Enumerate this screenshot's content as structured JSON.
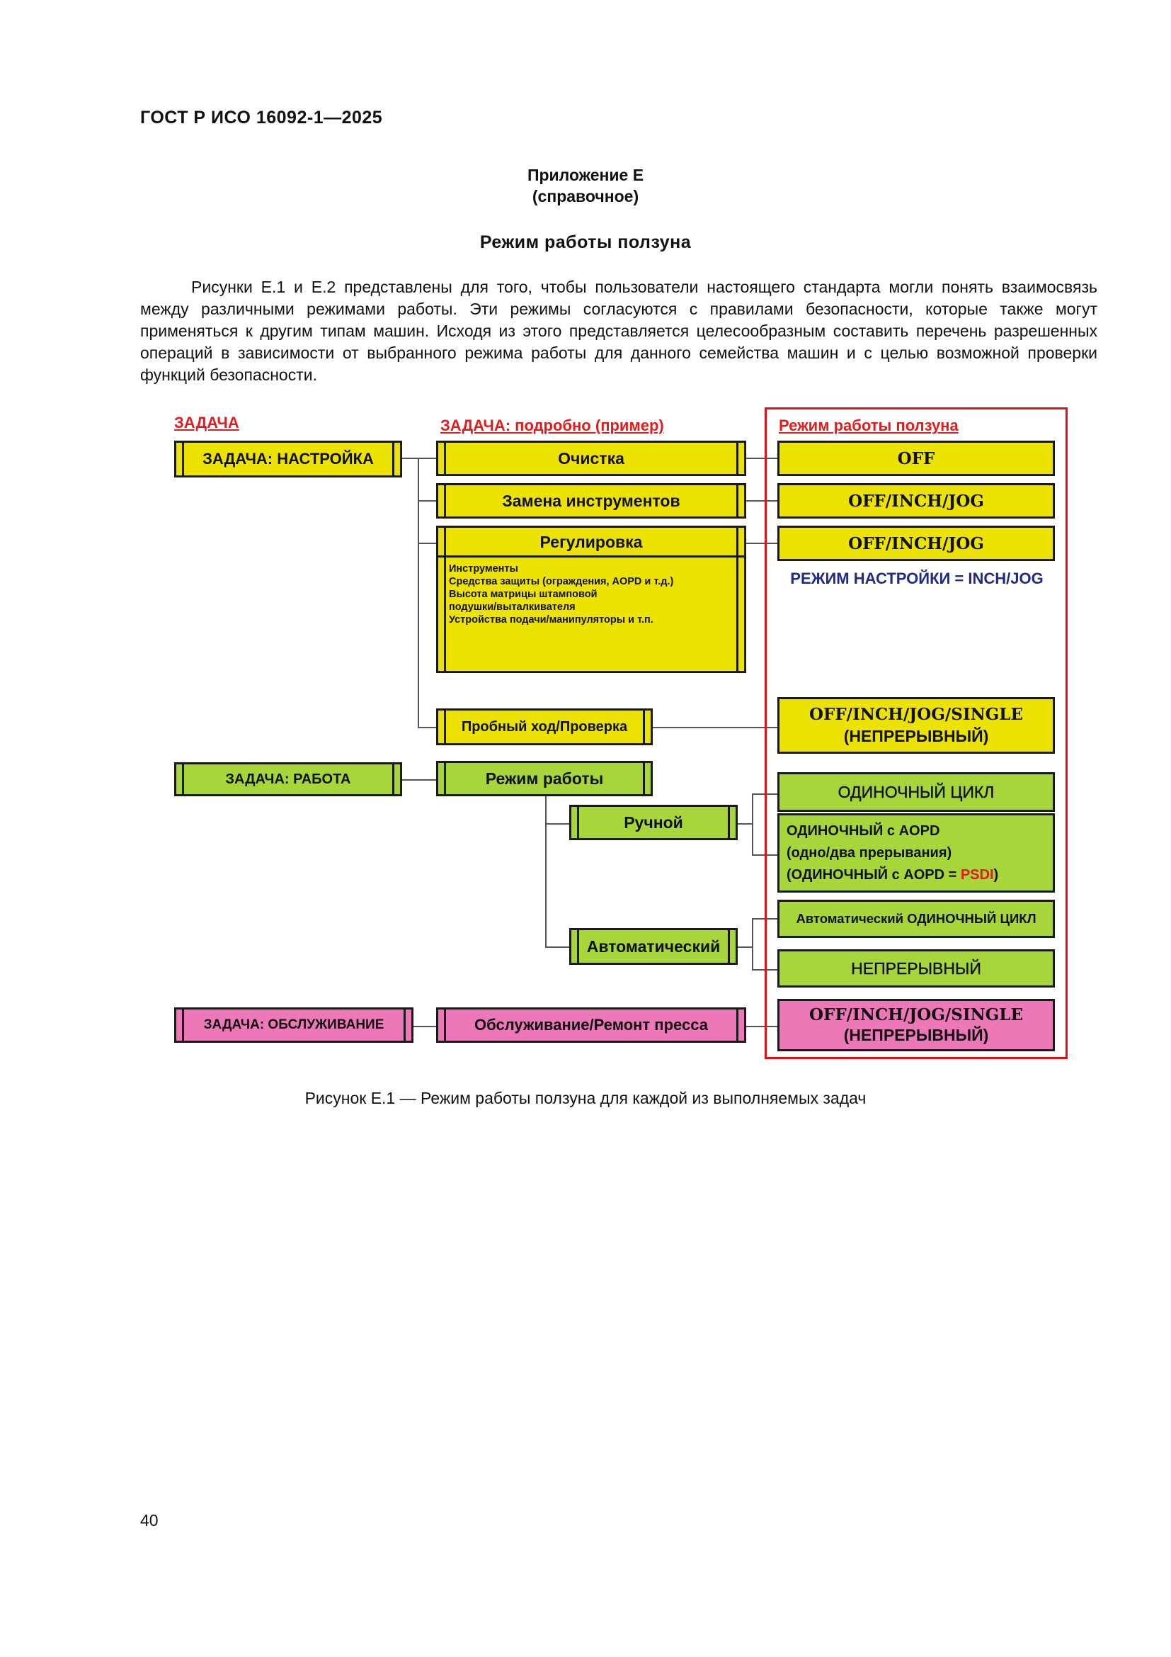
{
  "header": "ГОСТ Р ИСО 16092-1—2025",
  "annex": {
    "title": "Приложение Е",
    "type": "(справочное)"
  },
  "section_title": "Режим работы ползуна",
  "paragraph": "Рисунки Е.1 и Е.2 представлены для того, чтобы пользователи настоящего стандарта могли понять взаимосвязь между различными режимами работы. Эти режимы согласуются с правилами безопасности, которые также могут применяться к другим типам машин. Исходя из этого представляется целесообразным составить перечень разрешенных операций в зависимости от выбранного режима работы для данного семейства машин и с целью возможной проверки функций безопасности.",
  "diagram": {
    "headers": {
      "task": "ЗАДАЧА",
      "detail": "ЗАДАЧА: подробно (пример)",
      "mode": "Режим работы ползуна"
    },
    "tasks": {
      "setup": "ЗАДАЧА: НАСТРОЙКА",
      "work": "ЗАДАЧА: РАБОТА",
      "service": "ЗАДАЧА: ОБСЛУЖИВАНИЕ"
    },
    "details": {
      "cleaning": "Очистка",
      "tool_change": "Замена инструментов",
      "adjustment": "Регулировка",
      "adjustment_items": [
        "Инструменты",
        "Средства защиты (ограждения, AOPD и т.д.)",
        "Высота матрицы штамповой",
        "подушки/выталкивателя",
        "Устройства подачи/манипуляторы и т.п."
      ],
      "trial": "Пробный ход/Проверка",
      "work_mode": "Режим работы",
      "manual": "Ручной",
      "automatic": "Автоматический",
      "service": "Обслуживание/Ремонт пресса"
    },
    "modes": {
      "off": "OFF",
      "off_inch_jog_1": "OFF/INCH/JOG",
      "off_inch_jog_2": "OFF/INCH/JOG",
      "setup_note": "РЕЖИМ НАСТРОЙКИ = INCH/JOG",
      "trial_line1": "OFF/INCH/JOG/SINGLE",
      "trial_line2": "(НЕПРЕРЫВНЫЙ)",
      "single_cycle": "ОДИНОЧНЫЙ ЦИКЛ",
      "aopd_line1": "ОДИНОЧНЫЙ с AOPD",
      "aopd_line2": "(одно/два прерывания)",
      "aopd_line3_prefix": "(ОДИНОЧНЫЙ с AOPD = ",
      "aopd_line3_psdi": "PSDI",
      "aopd_line3_suffix": ")",
      "auto_single": "Автоматический ОДИНОЧНЫЙ ЦИКЛ",
      "continuous": "НЕПРЕРЫВНЫЙ",
      "service_line1": "OFF/INCH/JOG/SINGLE",
      "service_line2": "(НЕПРЕРЫВНЫЙ)"
    },
    "colors": {
      "yellow": "#ece300",
      "green": "#a6d63a",
      "pink": "#ec78b8",
      "frame": "#e0111b",
      "note": "#1f2a8c"
    }
  },
  "caption": "Рисунок Е.1 — Режим работы ползуна для каждой из выполняемых задач",
  "page_number": "40"
}
